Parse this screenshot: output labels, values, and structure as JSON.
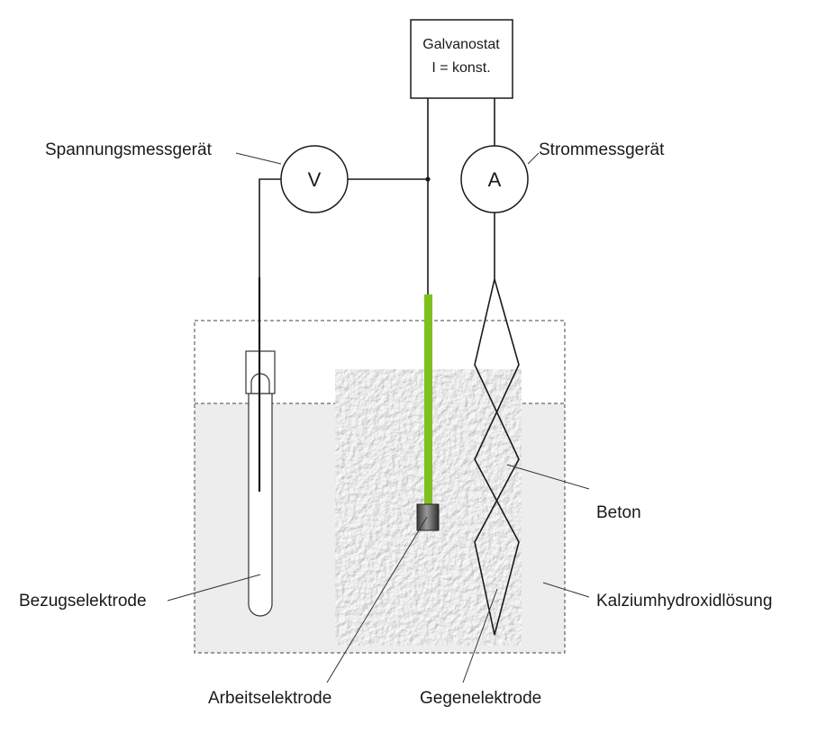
{
  "galvanostat": {
    "line1": "Galvanostat",
    "line2": "I = konst."
  },
  "meters": {
    "voltmeter": "V",
    "ammeter": "A"
  },
  "labels": {
    "spannungsmessgeraet": "Spannungsmessgerät",
    "strommessgeraet": "Strommessgerät",
    "beton": "Beton",
    "kalziumhydroxidloesung": "Kalziumhydroxidlösung",
    "bezugselektrode": "Bezugselektrode",
    "arbeitselektrode": "Arbeitselektrode",
    "gegenelektrode": "Gegenelektrode"
  },
  "colors": {
    "working_electrode": "#7dc11e",
    "solution": "#ededed",
    "concrete": "#e4e4e4",
    "wire": "#1a1a1a"
  }
}
